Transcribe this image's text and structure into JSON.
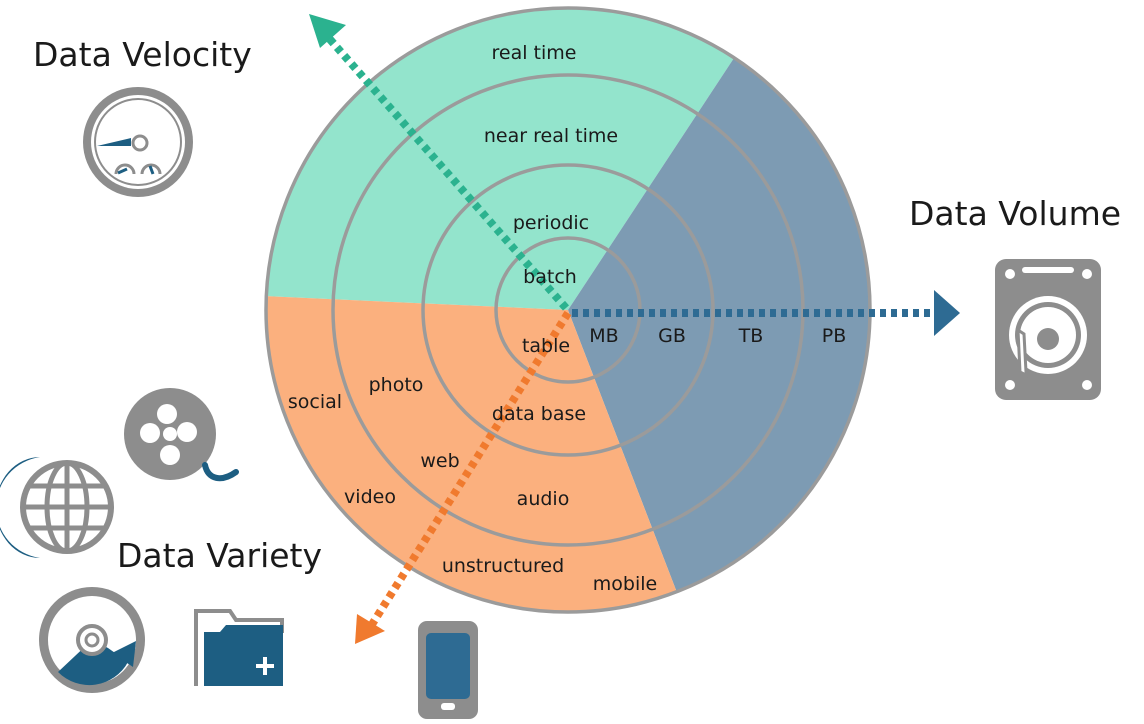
{
  "titles": {
    "velocity": "Data Velocity",
    "volume": "Data Volume",
    "variety": "Data Variety"
  },
  "velocity": {
    "items": [
      "real time",
      "near real time",
      "periodic",
      "batch"
    ],
    "color": "#93e4cc",
    "arrow_color": "#2bb28f"
  },
  "volume": {
    "items": [
      "MB",
      "GB",
      "TB",
      "PB"
    ],
    "color": "#7d9bb3",
    "arrow_color": "#2e6b93"
  },
  "variety": {
    "items": [
      "table",
      "data base",
      "photo",
      "social",
      "web",
      "audio",
      "video",
      "unstructured",
      "mobile"
    ],
    "color": "#fbb07e",
    "arrow_color": "#f07a2e"
  },
  "icons": {
    "velocity": "speedometer-icon",
    "volume": "hard-drive-icon",
    "variety": [
      "film-reel-icon",
      "globe-icon",
      "disc-icon",
      "folder-add-icon",
      "phone-icon"
    ]
  }
}
